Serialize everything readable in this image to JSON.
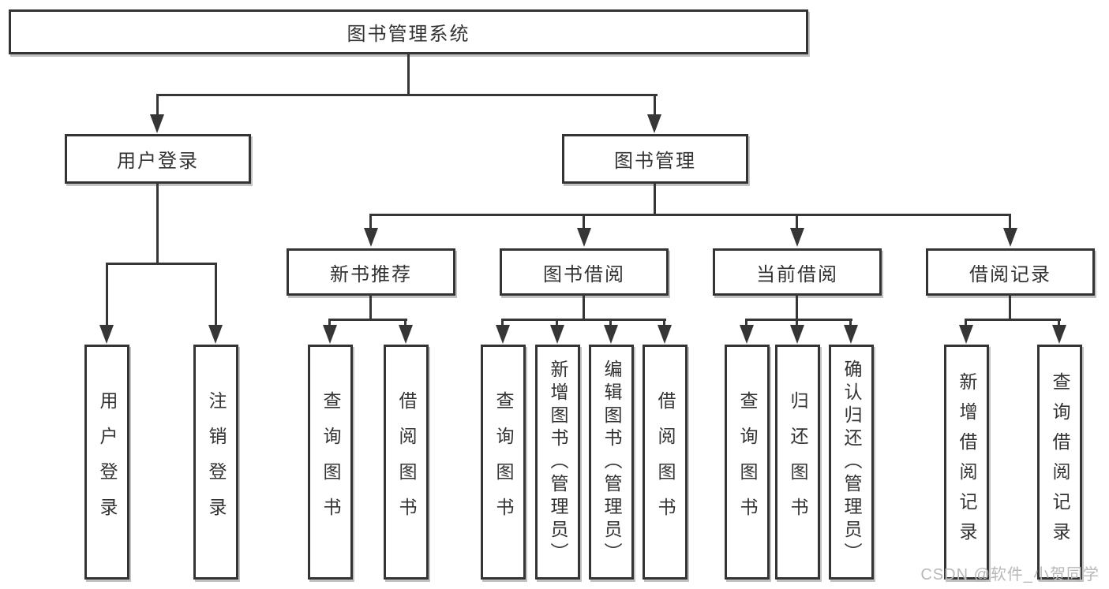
{
  "diagram": {
    "root": {
      "label": "图书管理系统"
    },
    "branches": [
      {
        "label": "用户登录",
        "children": [
          {
            "label": "用户登录"
          },
          {
            "label": "注销登录"
          }
        ]
      },
      {
        "label": "图书管理",
        "children": [
          {
            "label": "新书推荐",
            "children": [
              {
                "label": "查询图书"
              },
              {
                "label": "借阅图书"
              }
            ]
          },
          {
            "label": "图书借阅",
            "children": [
              {
                "label": "查询图书"
              },
              {
                "label": "新增图书（管理员）"
              },
              {
                "label": "编辑图书（管理员）"
              },
              {
                "label": "借阅图书"
              }
            ]
          },
          {
            "label": "当前借阅",
            "children": [
              {
                "label": "查询图书"
              },
              {
                "label": "归还图书"
              },
              {
                "label": "确认归还（管理员）"
              }
            ]
          },
          {
            "label": "借阅记录",
            "children": [
              {
                "label": "新增借阅记录"
              },
              {
                "label": "查询借阅记录"
              }
            ]
          }
        ]
      }
    ]
  },
  "watermark": "CSDN @软件_小贺同学",
  "colors": {
    "line": "#363636",
    "box_border": "#343434",
    "text": "#333333",
    "watermark": "#b8b8b8",
    "background": "#ffffff"
  }
}
